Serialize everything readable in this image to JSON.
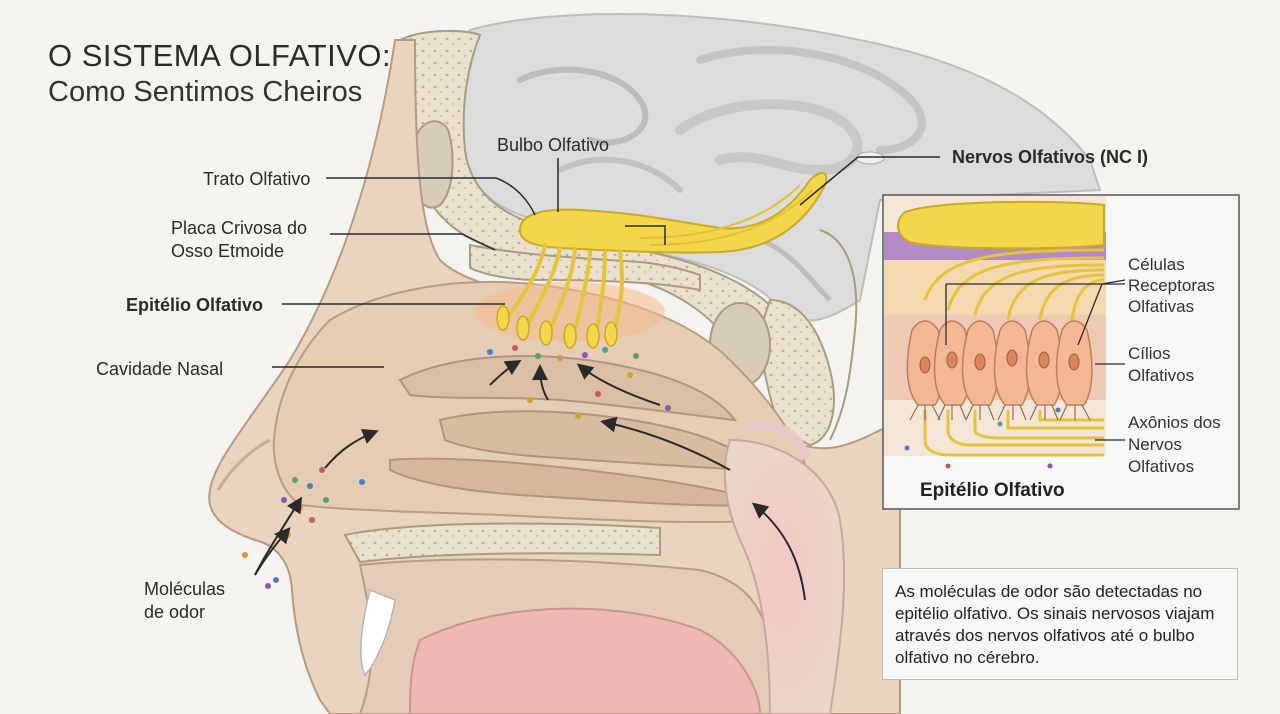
{
  "title": {
    "line1": "O SISTEMA OLFATIVO:",
    "line2": "Como Sentimos Cheiros"
  },
  "labels": {
    "bulbo": "Bulbo Olfativo",
    "nervos": "Nervos Olfativos (NC I)",
    "trato": "Trato Olfativo",
    "placa_line1": "Placa Crivosa do",
    "placa_line2": "Osso Etmoide",
    "epitelio": "Epitélio Olfativo",
    "cavidade": "Cavidade Nasal",
    "moleculas_line1": "Moléculas",
    "moleculas_line2": "de odor"
  },
  "inset": {
    "celulas_line1": "Células",
    "celulas_line2": "Receptoras",
    "celulas_line3": "Olfativas",
    "cilios_line1": "Cílios",
    "cilios_line2": "Olfativos",
    "axonios_line1": "Axônios dos",
    "axonios_line2": "Nervos",
    "axonios_line3": "Olfativos",
    "title": "Epitélio Olfativo"
  },
  "note": {
    "text": "As moléculas de odor são detectadas no epitélio olfativo. Os sinais nervosos viajam através dos nervos olfativos até o bulbo olfativo no cérebro."
  },
  "colors": {
    "nerve_yellow": "#f3d64a",
    "bone": "#e8e0cc",
    "tissue": "#e7cdb5",
    "brain_gray": "#d9d9d9",
    "throat_pink": "#efc4c2"
  }
}
